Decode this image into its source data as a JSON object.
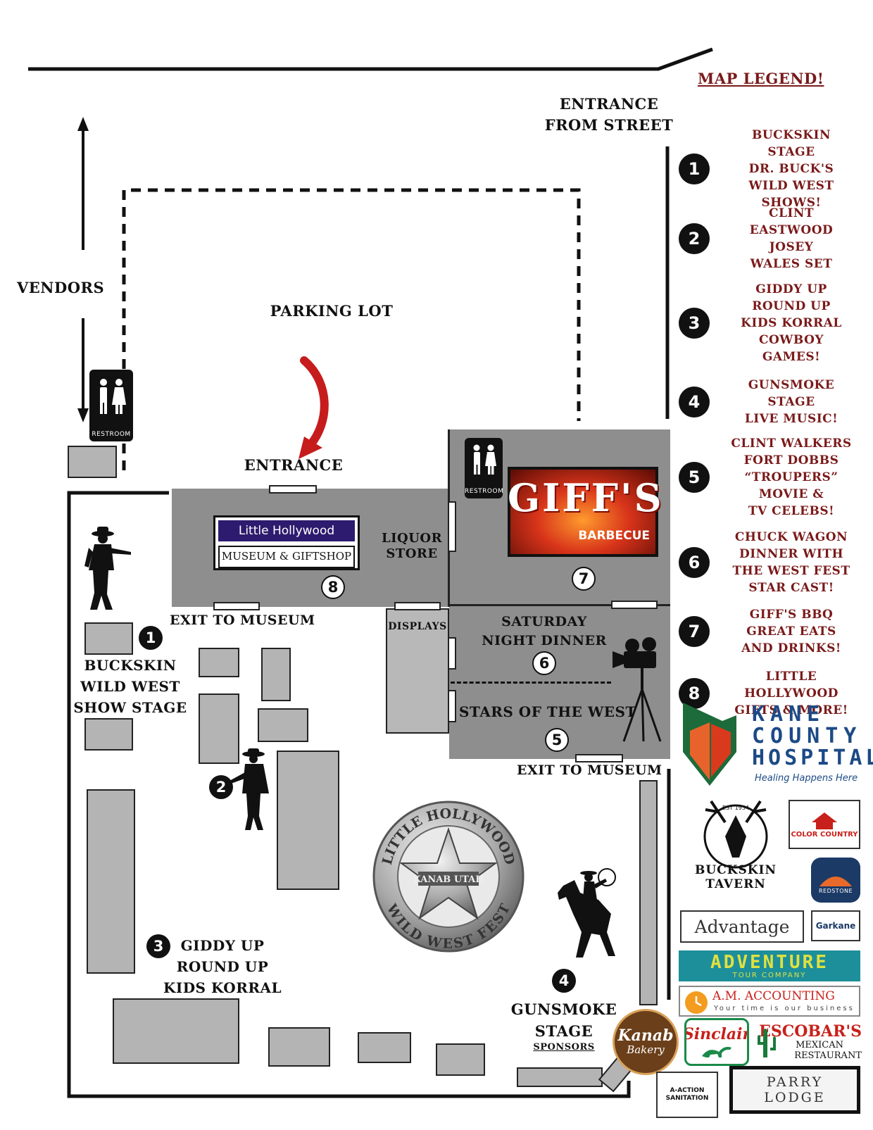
{
  "map": {
    "legend_title": "MAP LEGEND!",
    "legend": [
      {
        "number": "1",
        "lines": [
          "BUCKSKIN",
          "STAGE",
          "DR. BUCK'S",
          "WILD WEST",
          "SHOWS!"
        ]
      },
      {
        "number": "2",
        "lines": [
          "CLINT",
          "EASTWOOD",
          "JOSEY",
          "WALES SET"
        ]
      },
      {
        "number": "3",
        "lines": [
          "GIDDY UP",
          "ROUND UP",
          "KIDS KORRAL",
          "COWBOY",
          "GAMES!"
        ]
      },
      {
        "number": "4",
        "lines": [
          "GUNSMOKE",
          "STAGE",
          "LIVE MUSIC!"
        ]
      },
      {
        "number": "5",
        "lines": [
          "CLINT WALKERS",
          "FORT DOBBS",
          "“TROUPERS”",
          "MOVIE &",
          "TV CELEBS!"
        ]
      },
      {
        "number": "6",
        "lines": [
          "CHUCK WAGON",
          "DINNER WITH",
          "THE WEST FEST",
          "STAR CAST!"
        ]
      },
      {
        "number": "7",
        "lines": [
          "GIFF'S BBQ",
          "GREAT EATS",
          "AND DRINKS!"
        ]
      },
      {
        "number": "8",
        "lines": [
          "LITTLE",
          "HOLLYWOOD",
          "GIFTS & MORE!"
        ]
      }
    ],
    "labels": {
      "entrance_from_street_1": "ENTRANCE",
      "entrance_from_street_2": "FROM STREET",
      "vendors": "VENDORS",
      "parking_lot": "PARKING LOT",
      "entrance": "ENTRANCE",
      "liquor_1": "LIQUOR",
      "liquor_2": "STORE",
      "exit_to_museum_1": "EXIT TO MUSEUM",
      "exit_to_museum_2": "EXIT TO MUSEUM",
      "displays": "DISPLAYS",
      "saturday_1": "SATURDAY",
      "saturday_2": "NIGHT DINNER",
      "stars_of_the_west": "STARS OF THE WEST",
      "buckskin_1": "BUCKSKIN",
      "buckskin_2": "WILD WEST",
      "buckskin_3": "SHOW STAGE",
      "giddy_1": "GIDDY UP",
      "giddy_2": "ROUND UP",
      "giddy_3": "KIDS KORRAL",
      "gunsmoke_1": "GUNSMOKE",
      "gunsmoke_2": "STAGE",
      "sponsors": "SPONSORS",
      "restroom": "RESTROOM"
    },
    "markers": {
      "m1": "1",
      "m2": "2",
      "m3": "3",
      "m4": "4",
      "m5": "5",
      "m6": "6",
      "m7": "7",
      "m8": "8"
    },
    "museum_sign": {
      "line1": "Little Hollywood",
      "line2": "MUSEUM & GIFTSHOP"
    },
    "giffs_sign": {
      "line1": "GIFF'S",
      "line2": "BARBECUE"
    },
    "badge": {
      "top": "LITTLE HOLLYWOOD",
      "center": "KANAB UTAH",
      "bottom": "WILD WEST FEST"
    },
    "sponsors": {
      "kane_1": "KANE",
      "kane_2": "COUNTY",
      "kane_3": "HOSPITAL",
      "kane_tagline": "Healing Happens Here",
      "buckskin_tavern": "BUCKSKIN TAVERN",
      "buckskin_est": "EST 1934",
      "color_country": "COLOR COUNTRY",
      "redstone": "REDSTONE",
      "advantage": "Advantage",
      "garkane": "Garkane",
      "adventure": "ADVENTURE",
      "adventure_sub": "TOUR COMPANY",
      "am_accounting": "A.M. ACCOUNTING",
      "am_tagline": "Your time is our business",
      "sinclair": "Sinclair",
      "escobars_1": "ESCOBAR'S",
      "escobars_2": "MEXICAN",
      "escobars_3": "RESTAURANT",
      "kanab_bakery_1": "Kanab",
      "kanab_bakery_2": "Bakery",
      "action_sanitation": "A-ACTION SANITATION",
      "parry_lodge": "PARRY LODGE"
    },
    "colors": {
      "legend_text": "#7a1a1a",
      "building": "#8e8e8e",
      "booth": "#b4b4b4",
      "giffs_red": "#d8341a"
    }
  }
}
